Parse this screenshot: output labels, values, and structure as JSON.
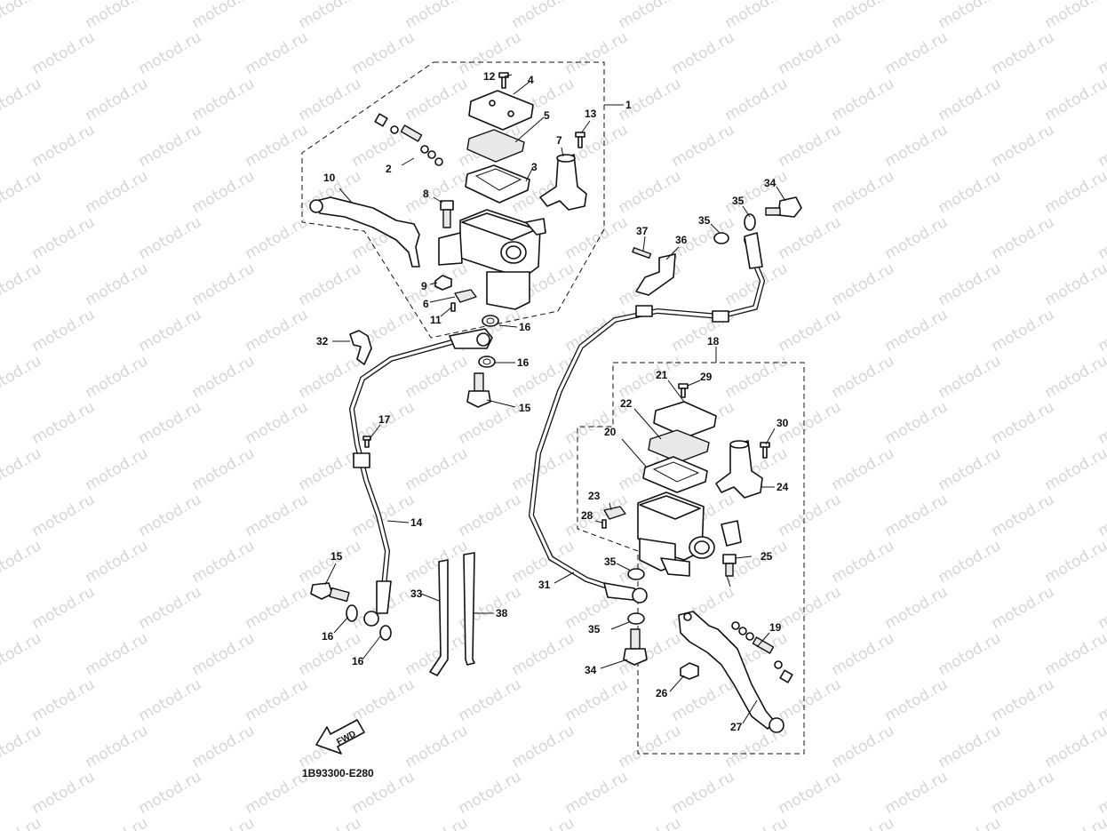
{
  "watermark": "motod.ru",
  "diagram_code": "1B93300-E280",
  "fwd_label": "FWD",
  "labels": {
    "l1": "1",
    "l2": "2",
    "l3": "3",
    "l4": "4",
    "l5": "5",
    "l6": "6",
    "l7": "7",
    "l8": "8",
    "l9": "9",
    "l10": "10",
    "l11": "11",
    "l12": "12",
    "l13": "13",
    "l14": "14",
    "l15a": "15",
    "l15b": "15",
    "l16a": "16",
    "l16b": "16",
    "l16c": "16",
    "l16d": "16",
    "l17": "17",
    "l18": "18",
    "l19": "19",
    "l20": "20",
    "l21": "21",
    "l22": "22",
    "l23": "23",
    "l24": "24",
    "l25": "25",
    "l26": "26",
    "l27": "27",
    "l28": "28",
    "l29": "29",
    "l30": "30",
    "l31": "31",
    "l32": "32",
    "l33": "33",
    "l34a": "34",
    "l34b": "34",
    "l35a": "35",
    "l35b": "35",
    "l35c": "35",
    "l35d": "35",
    "l36": "36",
    "l37": "37",
    "l38": "38"
  }
}
